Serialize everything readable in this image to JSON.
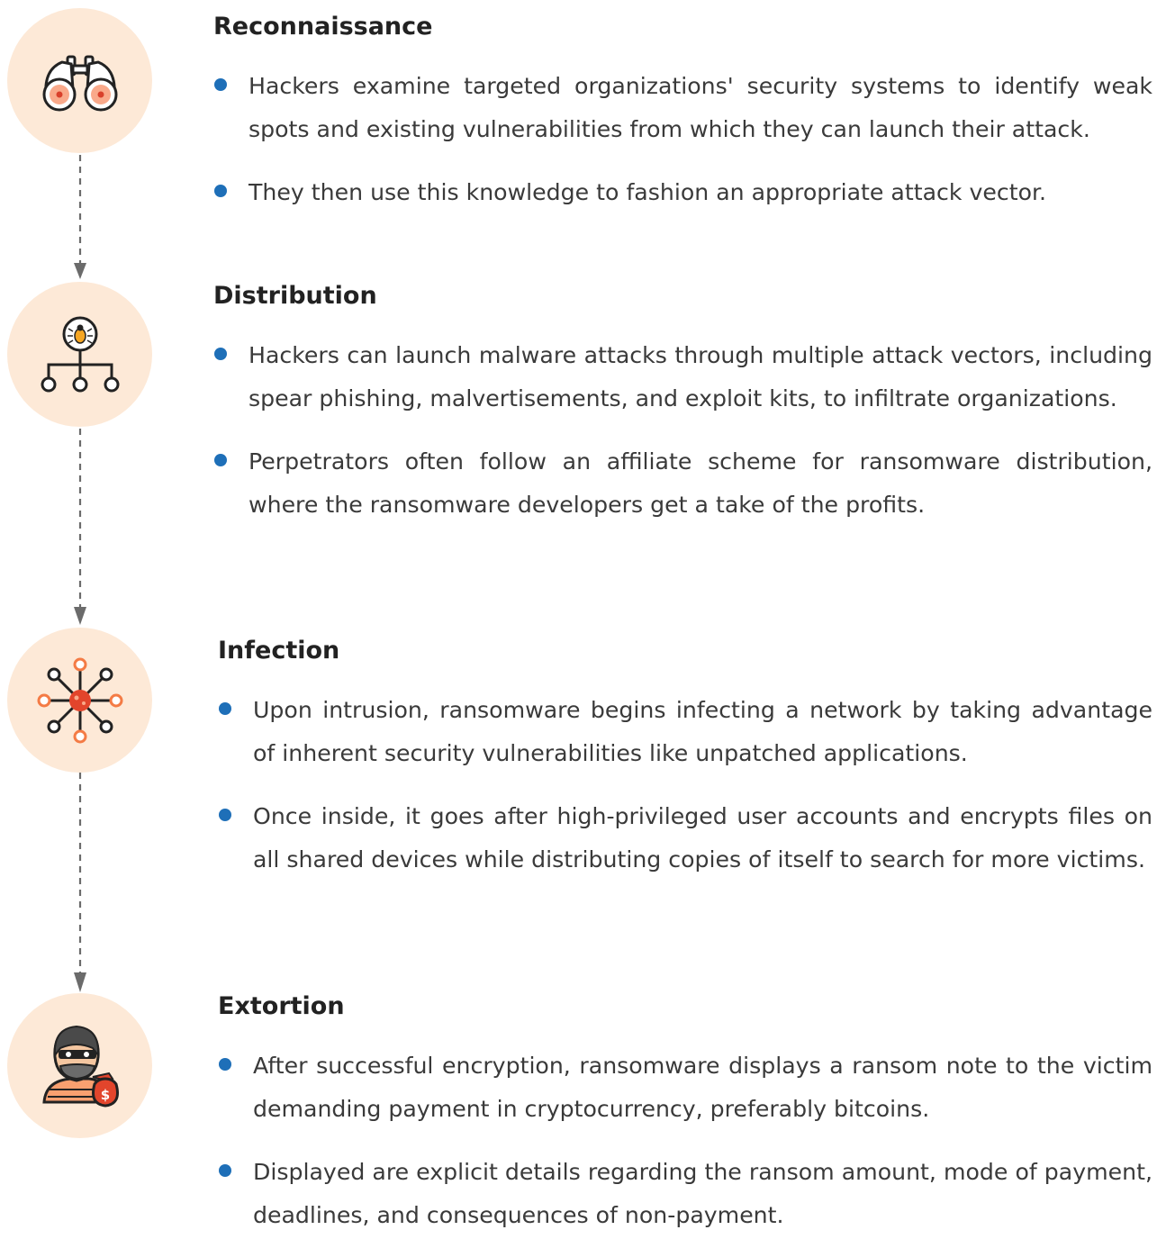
{
  "stages": [
    {
      "title": "Reconnaissance",
      "icon": "binoculars-icon",
      "bullets": [
        "Hackers examine targeted organizations' security systems to identify weak spots and existing vulnerabilities from which they can launch their attack.",
        "They then use this knowledge to fashion an appropriate attack vector."
      ]
    },
    {
      "title": "Distribution",
      "icon": "bug-network-icon",
      "bullets": [
        "Hackers can launch malware attacks through multiple attack vectors, including spear phishing, malvertisements, and exploit kits, to infiltrate organizations.",
        "Perpetrators often follow an affiliate scheme for ransomware distribution, where the ransomware developers get a take of the profits."
      ]
    },
    {
      "title": "Infection",
      "icon": "virus-spread-icon",
      "bullets": [
        "Upon intrusion, ransomware begins infecting a network by taking advantage of inherent security vulnerabilities like unpatched applications.",
        "Once inside, it goes after high-privileged user accounts and encrypts files on all shared devices while distributing copies of itself to search for more victims."
      ]
    },
    {
      "title": "Extortion",
      "icon": "hacker-money-bag-icon",
      "bullets": [
        "After successful encryption, ransomware displays a ransom note to the victim demanding payment in cryptocurrency, preferably bitcoins.",
        "Displayed are explicit details regarding the ransom amount, mode of payment, deadlines, and consequences of non-payment."
      ]
    }
  ],
  "colors": {
    "circle_bg": "#fde9d7",
    "bullet": "#1e6fb8",
    "connector": "#6b6b6b",
    "icon_accent": "#f47b45"
  }
}
